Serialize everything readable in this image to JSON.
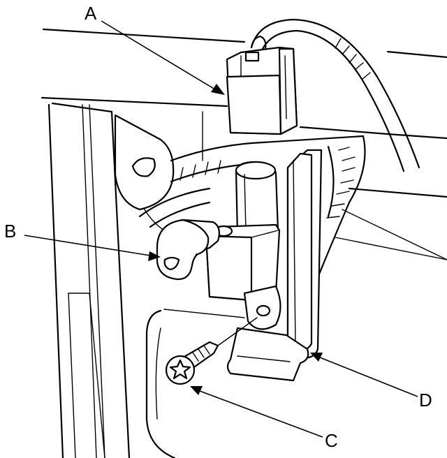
{
  "callouts": {
    "a": "A",
    "b": "B",
    "c": "C",
    "d": "D"
  },
  "style": {
    "line_color": "#000000",
    "background": "#ffffff"
  }
}
